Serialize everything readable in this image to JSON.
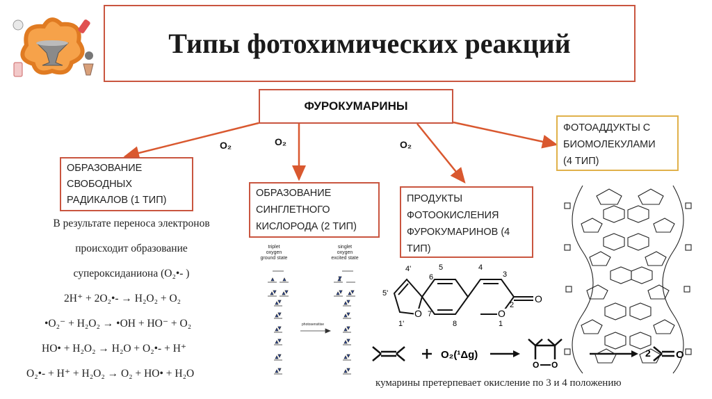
{
  "title": "Типы фотохимических реакций",
  "center_box": "ФУРОКУМАРИНЫ",
  "o2_labels": [
    "O₂",
    "O₂",
    "O₂"
  ],
  "box1": [
    "ОБРАЗОВАНИЕ",
    "СВОБОДНЫХ",
    "РАДИКАЛОВ (1 ТИП)"
  ],
  "box2": [
    "ОБРАЗОВАНИЕ",
    "СИНГЛЕТНОГО",
    "КИСЛОРОДА (2 ТИП)"
  ],
  "box3": [
    "ПРОДУКТЫ",
    "ФОТООКИСЛЕНИЯ",
    "ФУРОКУМАРИНОВ (4",
    "ТИП)"
  ],
  "box4": [
    "ФОТОАДДУКТЫ С",
    "БИОМОЛЕКУЛАМИ",
    "(4 ТИП)"
  ],
  "left_text": [
    "В результате переноса электронов",
    "происходит образование",
    "супероксиданиона (O₂•- )"
  ],
  "equations": [
    "2H⁺ + 2O₂•- → H₂O₂ + O₂",
    "•O₂⁻ + H₂O₂ → •OH + HO⁻ + O₂",
    "HO• + H₂O₂ → H₂O + O₂•- + H⁺",
    "O₂•- + H⁺ + H₂O₂ → O₂ + HO• + H₂O"
  ],
  "oxygen_states": {
    "triplet": [
      "triplet",
      "oxygen",
      "ground state"
    ],
    "singlet": [
      "singlet",
      "oxygen",
      "excited state"
    ],
    "arrow_label": "photosensitise"
  },
  "structure_labels": {
    "numbers": [
      "4'",
      "5",
      "4",
      "3",
      "6",
      "5'",
      "2",
      "7",
      "1'",
      "8",
      "1"
    ],
    "atoms": [
      "O",
      "O",
      "O"
    ]
  },
  "reaction": {
    "o2_term": "O₂(¹Δg)",
    "coef": "2"
  },
  "bottom_caption": "кумарины претерпевает окисление по 3 и 4 положению",
  "colors": {
    "box_border": "#c9553f",
    "arrow": "#d9582f",
    "logo_orange": "#f08a2a"
  }
}
